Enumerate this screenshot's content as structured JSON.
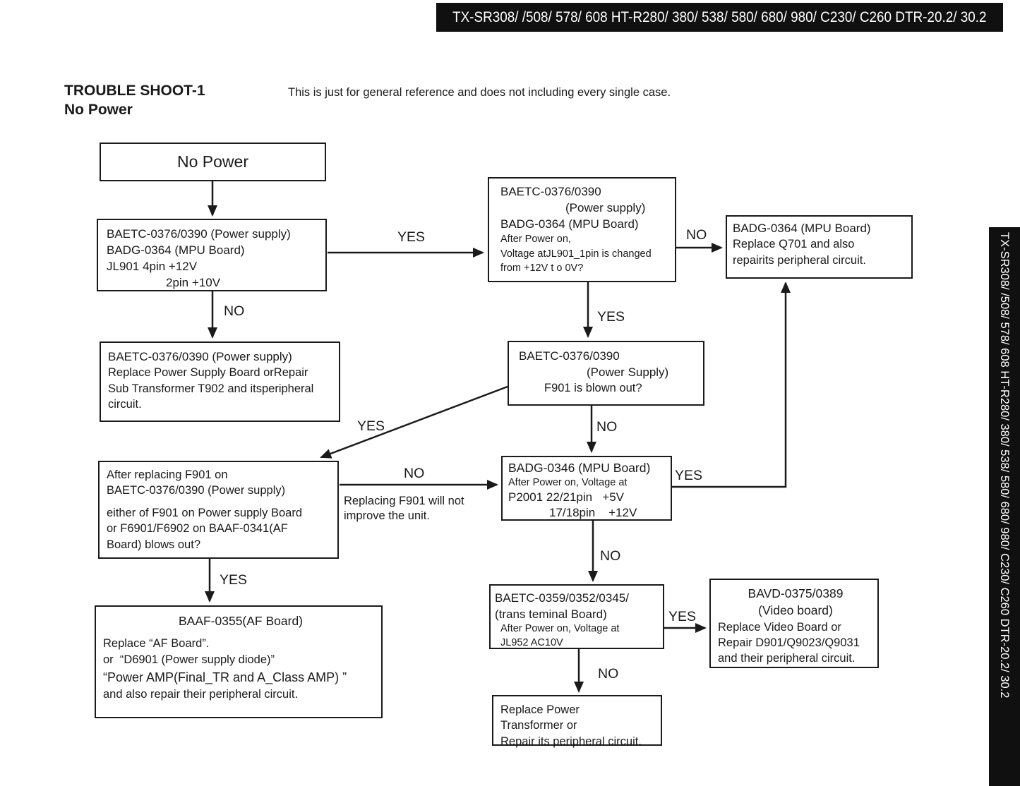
{
  "page": {
    "model_bar_text": "TX-SR308/ /508/ 578/ 608  HT-R280/ 380/ 538/ 580/ 680/ 980/ C230/ C260  DTR-20.2/ 30.2",
    "side_bar_text": "TX-SR308/ /508/ 578/ 608  HT-R280/ 380/ 538/ 580/ 680/ 980/ C230/ C260  DTR-20.2/ 30.2",
    "ink_color": "#1a1a1a",
    "bar_color": "#101010"
  },
  "title": {
    "line1": "TROUBLE SHOOT-1",
    "line2": "No Power",
    "note": "This is just for general reference and does not including every single case."
  },
  "flowchart": {
    "nodes": {
      "no_power": {
        "lines": [
          "No Power"
        ]
      },
      "check_voltage": {
        "lines": [
          "BAETC-0376/0390 (Power supply)",
          "BADG-0364 (MPU Board)",
          "JL901 4pin +12V",
          "2pin +10V"
        ]
      },
      "check_pin_change": {
        "lines": [
          "BAETC-0376/0390",
          "(Power supply)",
          "BADG-0364 (MPU Board)",
          "After Power on,",
          "Voltage atJL901_1pin is changed",
          "from +12V t o 0V?"
        ]
      },
      "replace_q701": {
        "lines": [
          "BADG-0364 (MPU Board)",
          "Replace Q701 and also",
          "repairits peripheral circuit."
        ]
      },
      "replace_psu": {
        "lines": [
          "BAETC-0376/0390 (Power supply)",
          "Replace Power Supply Board orRepair",
          "Sub Transformer T902 and itsperipheral",
          "circuit."
        ]
      },
      "f901_blown": {
        "lines": [
          "BAETC-0376/0390",
          "(Power Supply)",
          "F901 is blown out?"
        ]
      },
      "after_replace_f901": {
        "lines": [
          "After replacing F901 on",
          "BAETC-0376/0390 (Power supply)",
          "either of F901 on Power supply Board",
          "or F6901/F6902 on BAAF-0341(AF",
          "Board) blows out?"
        ]
      },
      "check_p2001": {
        "lines": [
          "BADG-0346 (MPU Board)",
          "After Power on, Voltage at",
          "P2001 22/21pin   +5V",
          "17/18pin    +12V"
        ]
      },
      "check_jl952": {
        "lines": [
          "BAETC-0359/0352/0345/",
          "(trans teminal Board)",
          "After Power on, Voltage at",
          "JL952 AC10V"
        ]
      },
      "replace_video": {
        "lines": [
          "BAVD-0375/0389",
          "(Video board)",
          "Replace Video Board or",
          "Repair D901/Q9023/Q9031",
          "and their peripheral circuit."
        ]
      },
      "replace_transformer": {
        "lines": [
          "Replace Power",
          "Transformer or",
          "Repair its peripheral circuit."
        ]
      },
      "replace_af": {
        "lines": [
          "BAAF-0355(AF Board)",
          "Replace “AF Board”.",
          "or  “D6901 (Power supply diode)”",
          "“Power AMP(Final_TR and A_Class AMP) ”",
          "and also repair their peripheral circuit."
        ]
      }
    },
    "edges": {
      "check_to_pin": {
        "label": "YES"
      },
      "check_to_psu": {
        "label": "NO"
      },
      "pin_to_q701": {
        "label": "NO"
      },
      "pin_to_f901": {
        "label": "YES"
      },
      "f901_to_p2001": {
        "label": "NO"
      },
      "f901_to_after": {
        "label": "YES"
      },
      "after_to_p2001": {
        "label": "NO",
        "note1": "Replacing F901 will not",
        "note2": "improve the unit."
      },
      "p2001_to_q701": {
        "label": "YES"
      },
      "p2001_to_jl952": {
        "label": "NO"
      },
      "jl952_to_video": {
        "label": "YES"
      },
      "jl952_to_transformer": {
        "label": "NO"
      },
      "after_to_af": {
        "label": "YES"
      }
    }
  }
}
